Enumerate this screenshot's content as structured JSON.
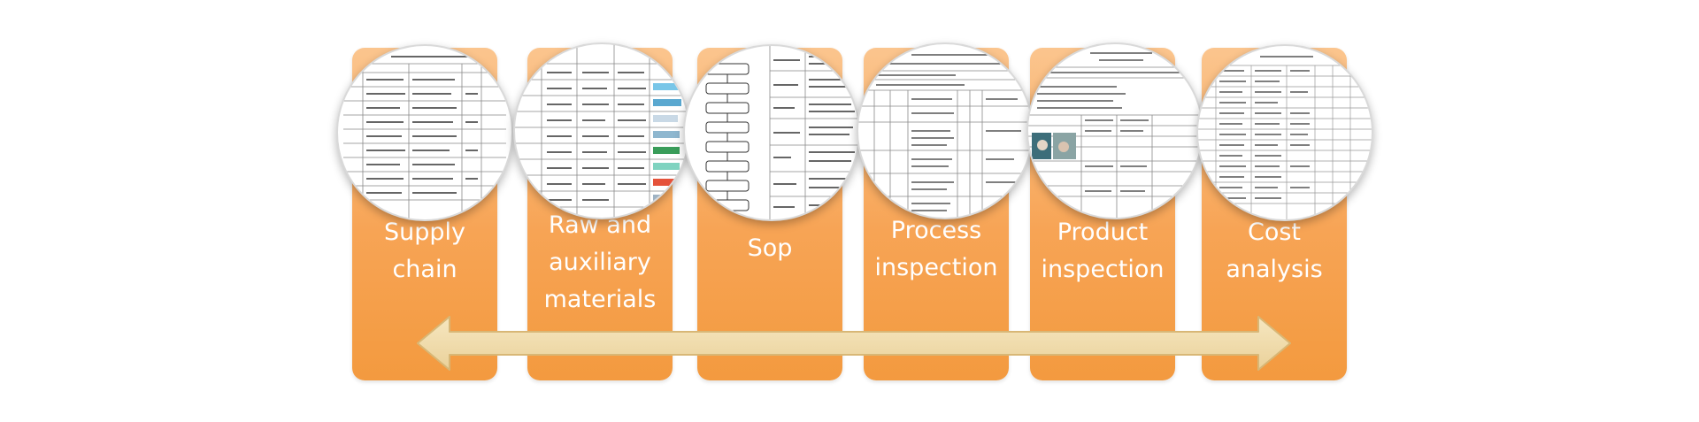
{
  "colors": {
    "card_top": "#fbc58e",
    "card_bottom": "#f39a3f",
    "arrow_fill": "#f1dcaa",
    "arrow_stroke": "#d8b776",
    "label": "#ffffff"
  },
  "cards": [
    {
      "label_lines": [
        "Supply",
        "chain"
      ]
    },
    {
      "label_lines": [
        "Raw and",
        "auxiliary",
        "materials"
      ]
    },
    {
      "label_lines": [
        "Sop"
      ]
    },
    {
      "label_lines": [
        "Process",
        "inspection"
      ]
    },
    {
      "label_lines": [
        "Product",
        "inspection"
      ]
    },
    {
      "label_lines": [
        "Cost",
        "analysis"
      ]
    }
  ],
  "arrow": {
    "direction": "bidirectional"
  }
}
